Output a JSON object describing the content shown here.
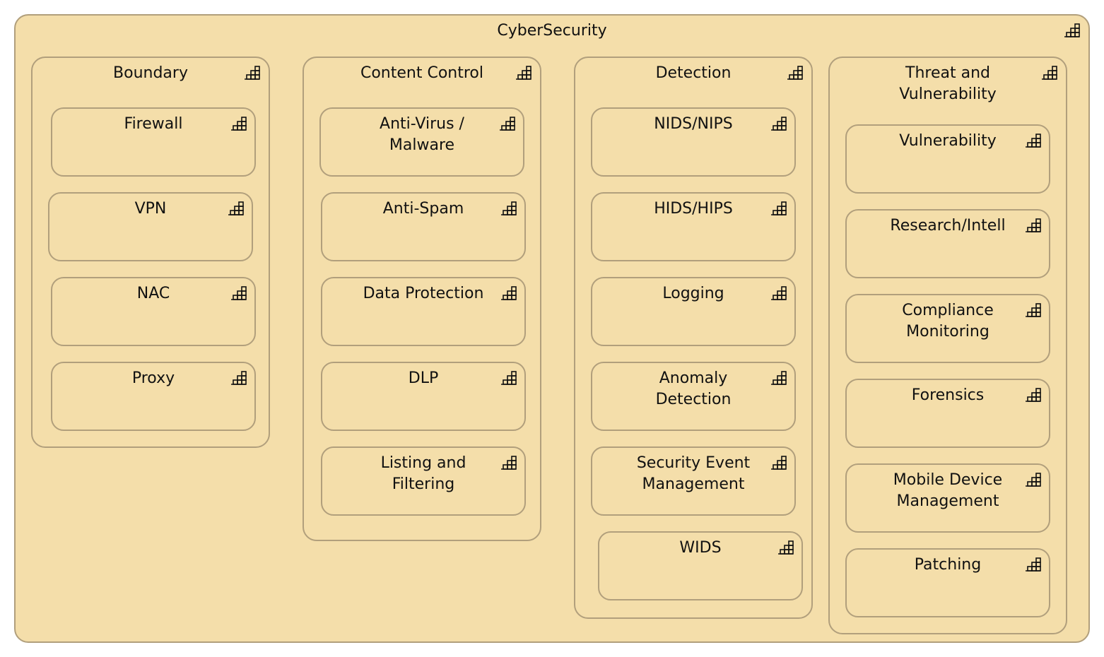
{
  "diagram": {
    "root": {
      "label": "CyberSecurity",
      "icon": "capability-icon"
    },
    "groups": [
      {
        "label": "Boundary",
        "icon": "capability-icon",
        "items": [
          "Firewall",
          "VPN",
          "NAC",
          "Proxy"
        ]
      },
      {
        "label": "Content Control",
        "icon": "capability-icon",
        "items": [
          "Anti-Virus /\nMalware",
          "Anti-Spam",
          "Data Protection",
          "DLP",
          "Listing and\nFiltering"
        ]
      },
      {
        "label": "Detection",
        "icon": "capability-icon",
        "items": [
          "NIDS/NIPS",
          "HIDS/HIPS",
          "Logging",
          "Anomaly\nDetection",
          "Security Event\nManagement",
          "WIDS"
        ]
      },
      {
        "label": "Threat and\nVulnerability",
        "icon": "capability-icon",
        "items": [
          "Vulnerability",
          "Research/Intell",
          "Compliance\nMonitoring",
          "Forensics",
          "Mobile Device\nManagement",
          "Patching"
        ]
      }
    ]
  },
  "colors": {
    "fill": "#f4deaa",
    "border": "#b19f7c",
    "text": "#111111"
  }
}
